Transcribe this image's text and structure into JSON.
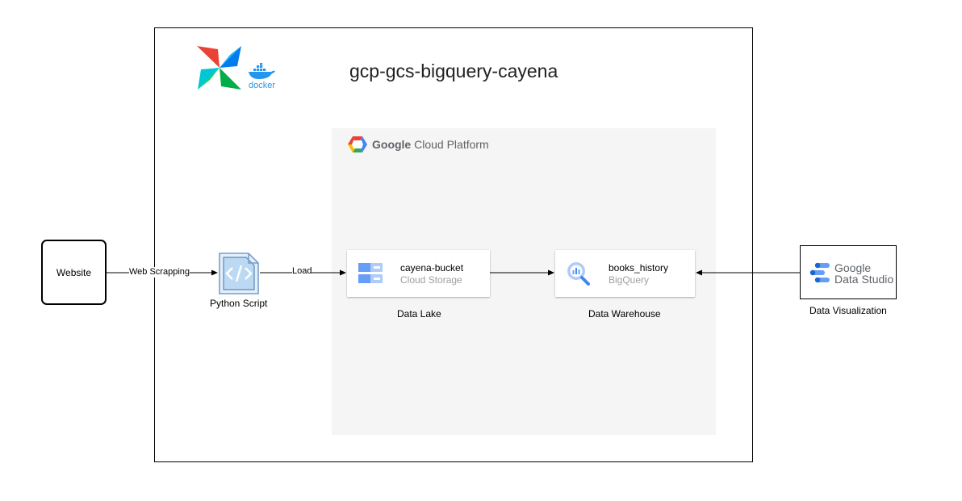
{
  "diagram": {
    "title": "gcp-gcs-bigquery-cayena",
    "gcp_label_bold": "Google",
    "gcp_label_rest": "Cloud Platform",
    "logos": {
      "airflow": "airflow-logo",
      "docker": "docker-logo",
      "docker_text": "docker"
    },
    "nodes": {
      "website": {
        "label": "Website"
      },
      "python_script": {
        "label": "Python Script",
        "icon": "code-file-icon"
      },
      "storage": {
        "name": "cayena-bucket",
        "service": "Cloud Storage",
        "caption": "Data Lake",
        "icon": "cloud-storage-icon"
      },
      "bigquery": {
        "name": "books_history",
        "service": "BigQuery",
        "caption": "Data Warehouse",
        "icon": "bigquery-icon"
      },
      "data_studio": {
        "logo_line1": "Google",
        "logo_line2": "Data Studio",
        "caption": "Data Visualization",
        "icon": "data-studio-icon"
      }
    },
    "edges": [
      {
        "from": "Website",
        "to": "Python Script",
        "label": "Web Scrapping"
      },
      {
        "from": "Python Script",
        "to": "cayena-bucket",
        "label": "Load"
      },
      {
        "from": "cayena-bucket",
        "to": "books_history",
        "label": ""
      },
      {
        "from": "Data Studio",
        "to": "books_history",
        "label": ""
      }
    ],
    "colors": {
      "gcp_panel": "#f5f5f5",
      "gcp_blue": "#4285f4",
      "gcp_red": "#ea4335",
      "gcp_yellow": "#fbbc04",
      "gcp_green": "#34a853",
      "docker_blue": "#2496ed"
    }
  }
}
